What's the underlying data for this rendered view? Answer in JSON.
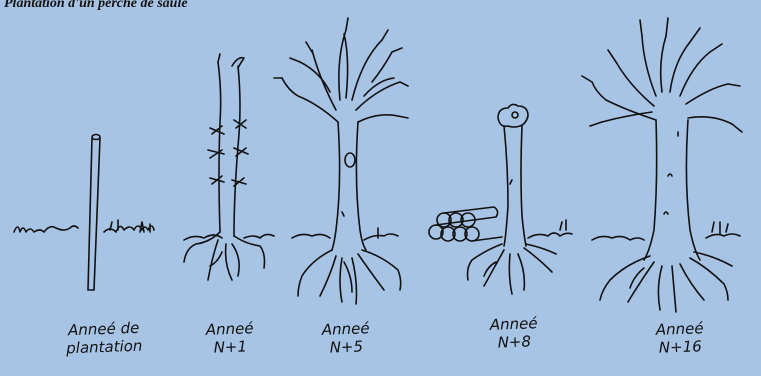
{
  "title": "Plantation d'un perche de saule",
  "stages": [
    {
      "line1": "Anneé de",
      "line2": "plantation"
    },
    {
      "line1": "Anneé",
      "line2": "N+1"
    },
    {
      "line1": "Anneé",
      "line2": "N+5"
    },
    {
      "line1": "Anneé",
      "line2": "N+8"
    },
    {
      "line1": "Anneé",
      "line2": "N+16"
    }
  ],
  "colors": {
    "background": "#a8c4e4",
    "ink": "#111111"
  }
}
